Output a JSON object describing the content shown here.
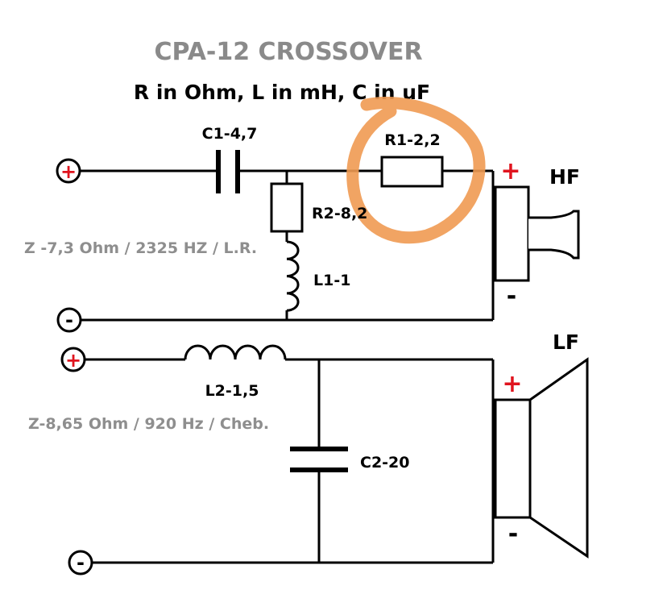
{
  "title": "CPA-12  CROSSOVER",
  "subtitle": "R  in  Ohm, L  in  mH, C  in uF",
  "colors": {
    "title": "#8a8a8a",
    "note": "#8e8e8e",
    "wire": "#000000",
    "polarity": "#e0141e",
    "highlight": "#f09a52"
  },
  "hf_section": {
    "c1_label": "C1-4,7",
    "r1_label": "R1-2,2",
    "r2_label": "R2-8,2",
    "l1_label": "L1-1",
    "note": "Z -7,3 Ohm / 2325 HZ / L.R.",
    "input_plus": "+",
    "input_minus": "-",
    "speaker_label": "HF",
    "speaker_plus": "+",
    "speaker_minus": "-",
    "speaker_icon": "horn-tweeter-icon"
  },
  "lf_section": {
    "l2_label": "L2-1,5",
    "c2_label": "C2-20",
    "note": "Z-8,65 Ohm / 920 Hz / Cheb.",
    "input_plus": "+",
    "input_minus": "-",
    "speaker_label": "LF",
    "speaker_plus": "+",
    "speaker_minus": "-",
    "speaker_icon": "cone-woofer-icon"
  }
}
